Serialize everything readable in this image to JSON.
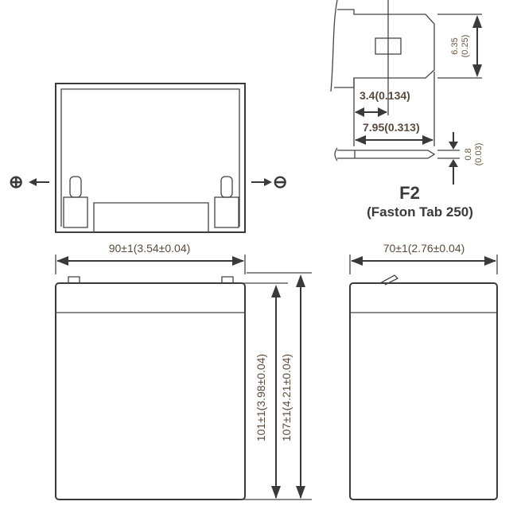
{
  "terminal": {
    "name": "F2",
    "type": "(Faston Tab 250)",
    "height_mm": "6.35",
    "height_in": "(0.25)",
    "hole_offset": "3.4(0.134)",
    "length": "7.95(0.313)",
    "thickness_mm": "0.8",
    "thickness_in": "(0.03)"
  },
  "polarity": {
    "positive": "⊕",
    "negative": "⊖"
  },
  "dimensions": {
    "length": "90±1(3.54±0.04)",
    "width": "70±1(2.76±0.04)",
    "height": "101±1(3.98±0.04)",
    "total_height": "107±1(4.21±0.04)"
  }
}
